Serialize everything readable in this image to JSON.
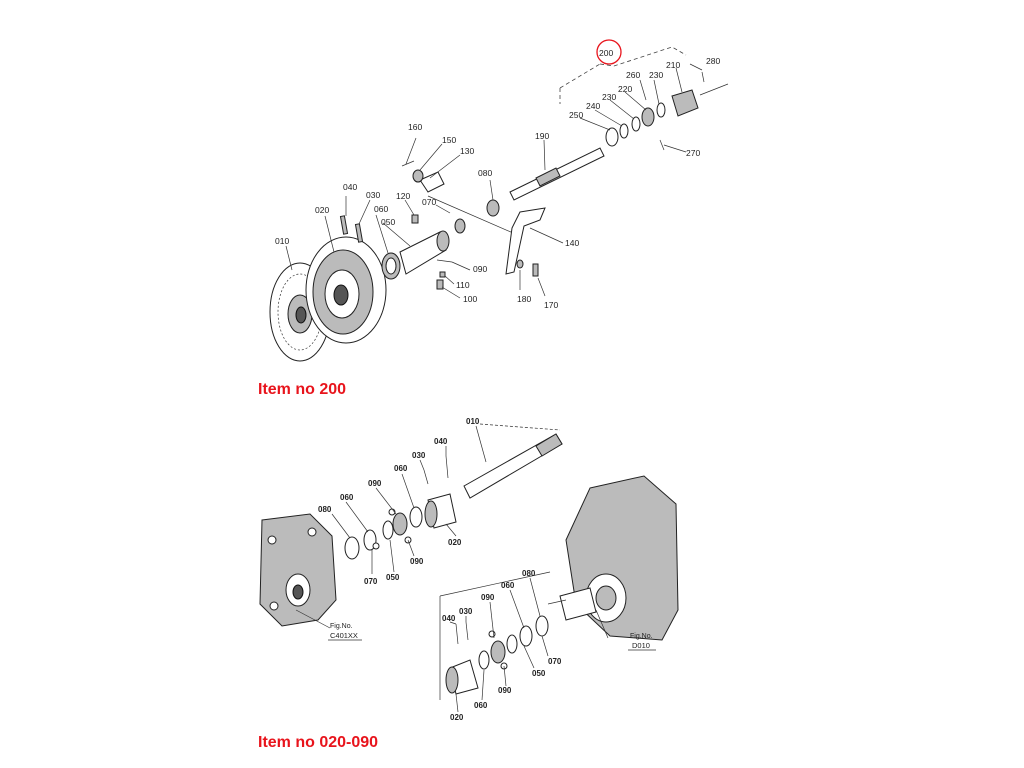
{
  "section_titles": {
    "upper": "Item no 200",
    "lower": "Item no 020-090"
  },
  "upper_diagram": {
    "highlighted_callout": "200",
    "callouts": [
      "280",
      "210",
      "230",
      "260",
      "220",
      "230",
      "240",
      "250",
      "270",
      "190",
      "160",
      "150",
      "130",
      "080",
      "120",
      "070",
      "040",
      "030",
      "020",
      "060",
      "050",
      "010",
      "140",
      "090",
      "110",
      "100",
      "180",
      "170"
    ]
  },
  "lower_diagram": {
    "callouts_left": [
      "010",
      "040",
      "030",
      "060",
      "090",
      "060",
      "080",
      "070",
      "050",
      "090",
      "020"
    ],
    "callouts_right": [
      "080",
      "060",
      "090",
      "030",
      "040",
      "070",
      "050",
      "090",
      "060",
      "020"
    ],
    "fig_refs": [
      {
        "label": "Fig.No.",
        "code": "C401XX"
      },
      {
        "label": "Fig.No.",
        "code": "D010"
      }
    ]
  },
  "colors": {
    "title_red": "#e8141c",
    "circle_red": "#e8141c"
  }
}
